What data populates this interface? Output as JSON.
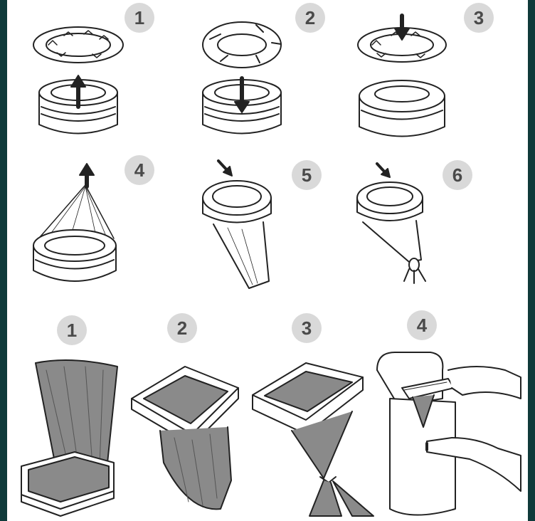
{
  "top_steps": [
    {
      "label": "1"
    },
    {
      "label": "2"
    },
    {
      "label": "3"
    },
    {
      "label": "4"
    },
    {
      "label": "5"
    },
    {
      "label": "6"
    }
  ],
  "bottom_steps": [
    {
      "label": "1"
    },
    {
      "label": "2"
    },
    {
      "label": "3"
    },
    {
      "label": "4"
    }
  ],
  "colors": {
    "background": "#0f3a3a",
    "panel": "#ffffff",
    "badge_fill": "#d9d9d9",
    "badge_text": "#4a4a4a",
    "line": "#222222",
    "bag_fill": "#8a8a8a"
  }
}
